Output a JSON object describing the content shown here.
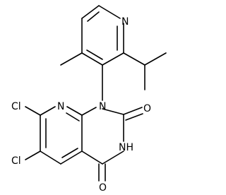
{
  "colors": {
    "bond": "#000000",
    "atom_label": "#000000",
    "background": "#ffffff"
  },
  "atoms": {
    "n_pyridine_top": "N",
    "n1": "N",
    "n_naphthyridine": "N",
    "n3h": "NH",
    "o2": "O",
    "o4": "O",
    "cl7": "Cl",
    "cl6": "Cl"
  }
}
